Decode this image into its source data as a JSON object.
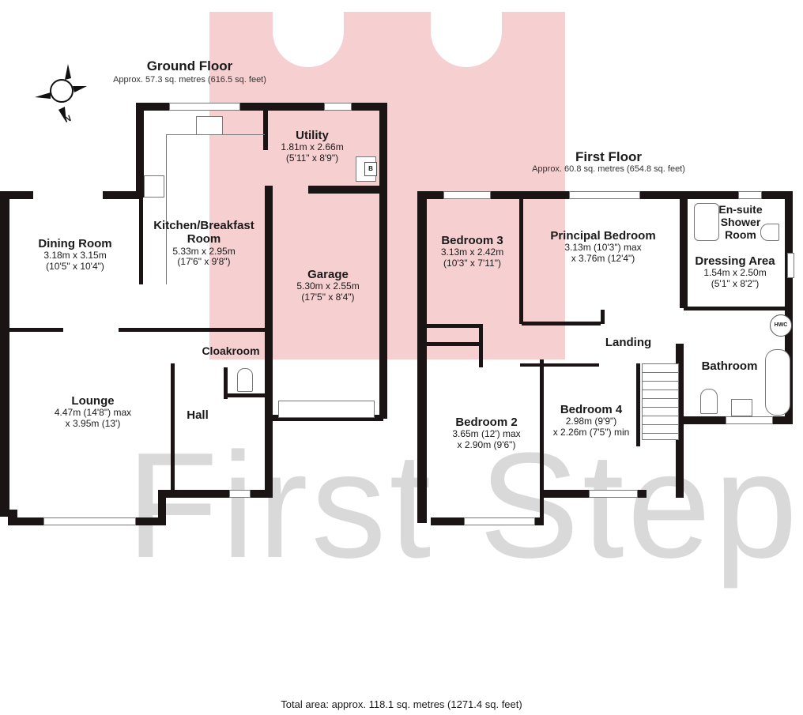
{
  "watermark": {
    "text": "First Step",
    "color": "#d9d9d9",
    "logo_color": "#f6cfd1"
  },
  "compass": {
    "label": "N"
  },
  "ground_floor": {
    "title": "Ground Floor",
    "area": "Approx. 57.3 sq. metres (616.5 sq. feet)",
    "rooms": [
      {
        "name": "Utility",
        "dim1": "1.81m x 2.66m",
        "dim2": "(5'11\" x 8'9\")"
      },
      {
        "name": "Kitchen/Breakfast Room",
        "dim1": "5.33m x 2.95m",
        "dim2": "(17'6\" x 9'8\")"
      },
      {
        "name": "Dining Room",
        "dim1": "3.18m x 3.15m",
        "dim2": "(10'5\" x 10'4\")"
      },
      {
        "name": "Garage",
        "dim1": "5.30m x 2.55m",
        "dim2": "(17'5\" x 8'4\")"
      },
      {
        "name": "Cloakroom",
        "dim1": "",
        "dim2": ""
      },
      {
        "name": "Lounge",
        "dim1": "4.47m (14'8\") max",
        "dim2": "x 3.95m (13')"
      },
      {
        "name": "Hall",
        "dim1": "",
        "dim2": ""
      }
    ],
    "boiler_label": "B"
  },
  "first_floor": {
    "title": "First Floor",
    "area": "Approx. 60.8 sq. metres (654.8 sq. feet)",
    "rooms": [
      {
        "name": "Bedroom 3",
        "dim1": "3.13m x 2.42m",
        "dim2": "(10'3\" x 7'11\")"
      },
      {
        "name": "Principal Bedroom",
        "dim1": "3.13m (10'3\") max",
        "dim2": "x 3.76m (12'4\")"
      },
      {
        "name": "En-suite Shower Room",
        "dim1": "",
        "dim2": ""
      },
      {
        "name": "Dressing Area",
        "dim1": "1.54m x 2.50m",
        "dim2": "(5'1\" x 8'2\")"
      },
      {
        "name": "Landing",
        "dim1": "",
        "dim2": ""
      },
      {
        "name": "Bathroom",
        "dim1": "",
        "dim2": ""
      },
      {
        "name": "Bedroom 2",
        "dim1": "3.65m (12') max",
        "dim2": "x 2.90m (9'6\")"
      },
      {
        "name": "Bedroom 4",
        "dim1": "2.98m (9'9\")",
        "dim2": "x 2.26m (7'5\") min"
      }
    ],
    "hwc_label": "HWC"
  },
  "total_area": "Total area: approx. 118.1 sq. metres (1271.4 sq. feet)"
}
